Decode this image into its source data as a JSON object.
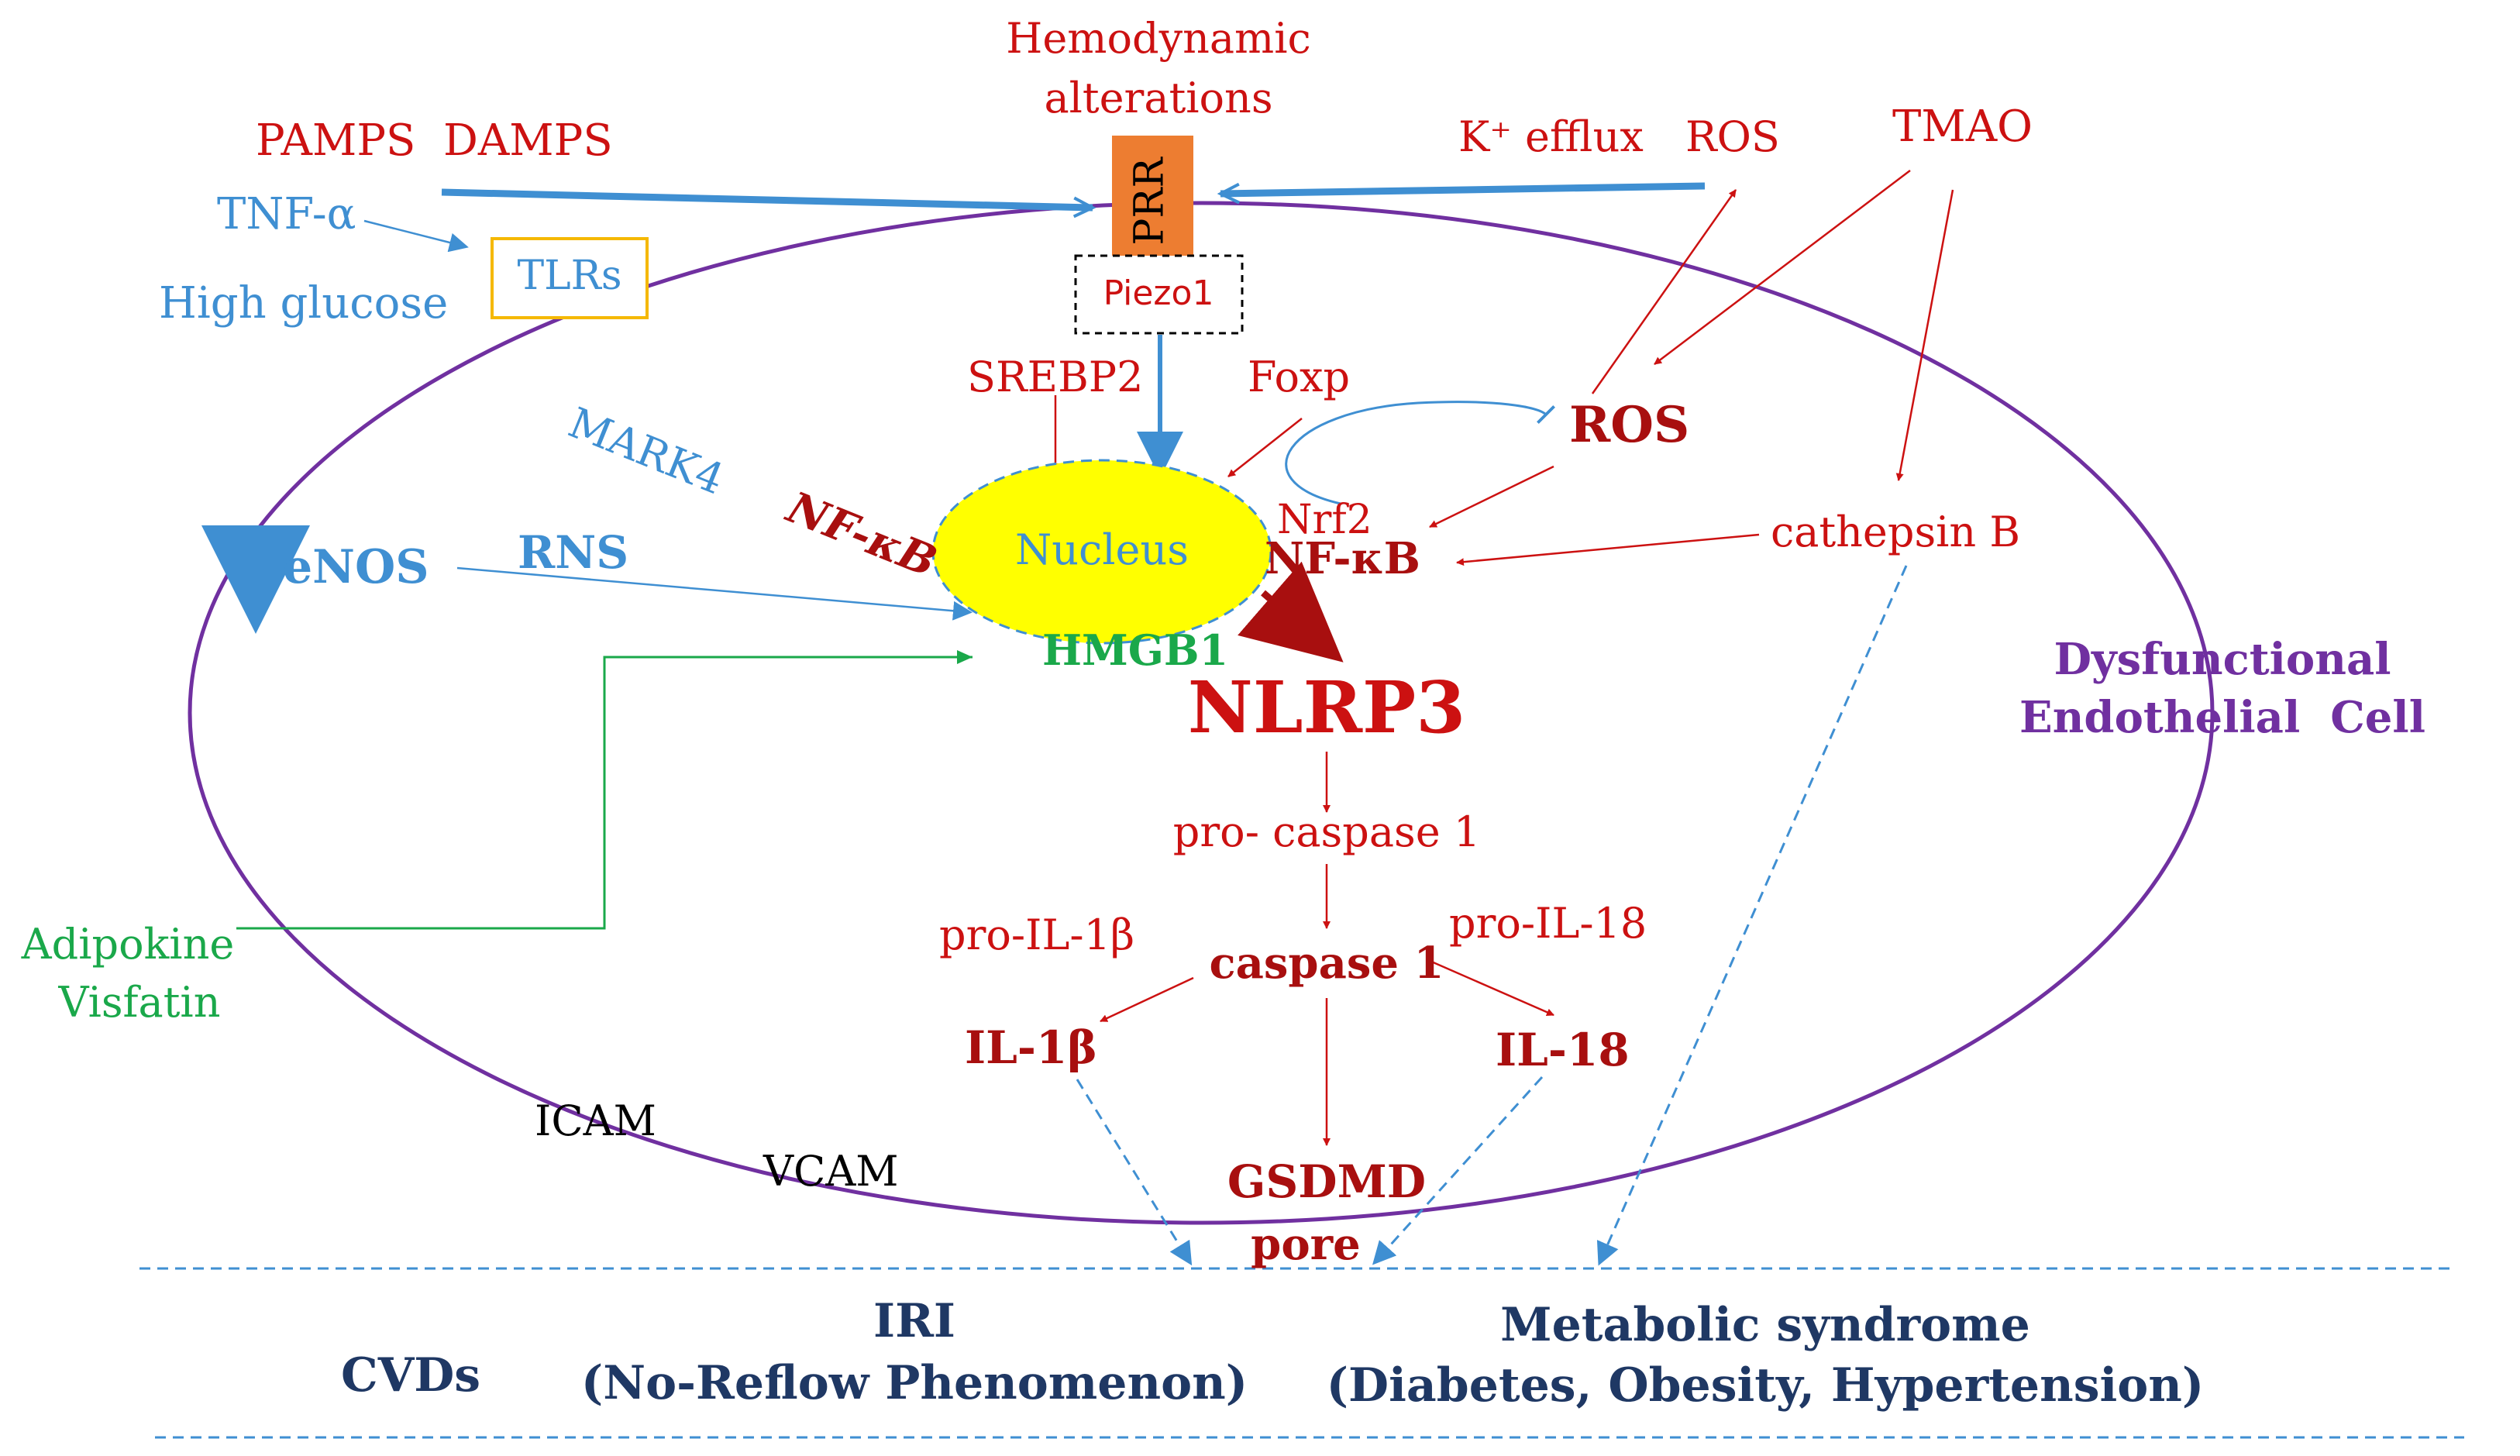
{
  "colors": {
    "red": "#cc1111",
    "dark_red": "#a80f0f",
    "blue": "#3f8fd2",
    "green": "#1aa84a",
    "purple": "#7030a0",
    "orange": "#ed7d31",
    "yellow": "#ffff00",
    "navy": "#1f3864",
    "tlr_border": "#f5b800",
    "black": "#000000"
  },
  "inputs": {
    "hemodynamic_line1": "Hemodynamic",
    "hemodynamic_line2": "alterations",
    "pamps_damps": "PAMPS  DAMPS",
    "tnf_alpha": "TNF-α",
    "high_glucose": "High glucose",
    "tlrs": "TLRs",
    "prr": "PRR",
    "piezo1": "Piezo1",
    "k_efflux": "K⁺ efflux",
    "ros_outside": "ROS",
    "tmao": "TMAO"
  },
  "cell": {
    "srebp2": "SREBP2",
    "foxp": "Foxp",
    "ros_inside": "ROS",
    "mark4": "MARK4",
    "nfkb_left": "NF-κB",
    "nucleus": "Nucleus",
    "nrf2": "Nrf2",
    "nfkb_right": "NF-κB",
    "cathepsin_b": "cathepsin B",
    "enos": "eNOS",
    "rns": "RNS",
    "hmgb1": "HMGB1",
    "nlrp3": "NLRP3",
    "pro_caspase1": "pro- caspase 1",
    "pro_il1b": "pro-IL-1β",
    "pro_il18": "pro-IL-18",
    "caspase1": "caspase 1",
    "il1b": "IL-1β",
    "il18": "IL-18",
    "gsdmd": "GSDMD",
    "pore": "pore",
    "icam": "ICAM",
    "vcam": "VCAM",
    "cell_label_line1": "Dysfunctional",
    "cell_label_line2": "Endothelial  Cell"
  },
  "adipokine": {
    "line1": "Adipokine",
    "line2": "Visfatin"
  },
  "outcomes": {
    "cvds": "CVDs",
    "iri_line1": "IRI",
    "iri_line2": "(No-Reflow Phenomenon)",
    "metabolic_line1": "Metabolic syndrome",
    "metabolic_line2": "(Diabetes, Obesity, Hypertension)"
  }
}
